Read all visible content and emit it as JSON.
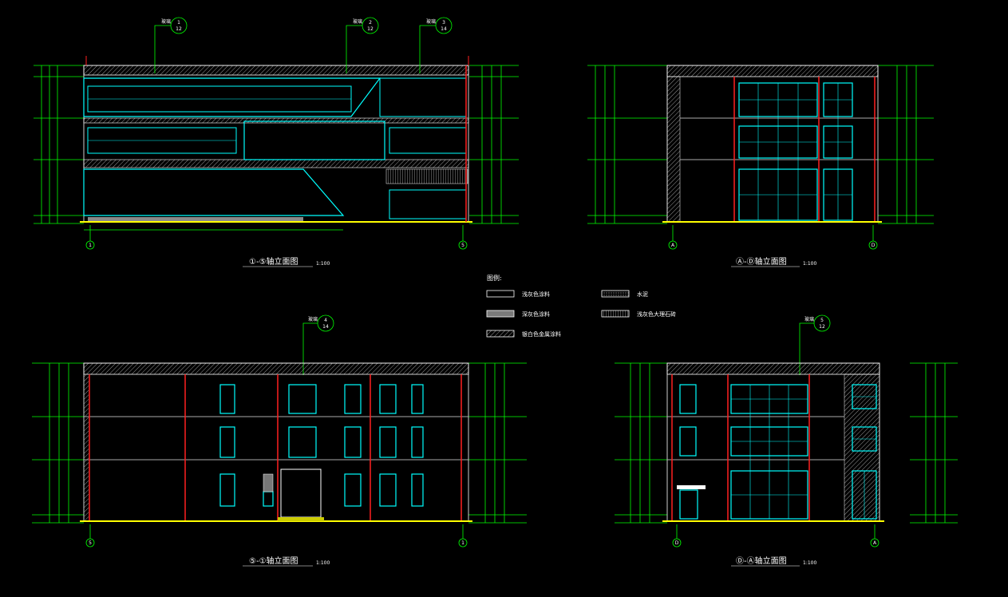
{
  "colors": {
    "background": "#000000",
    "dimension": "#00ff00",
    "glazing": "#00ffff",
    "column": "#ff2020",
    "outline": "#ffffff",
    "hatch": "#9a9a9a",
    "ground": "#ffff00"
  },
  "legend": {
    "title": "图例:",
    "items": [
      {
        "label": "浅灰色涂料"
      },
      {
        "label": "深灰色涂料"
      },
      {
        "label": "银白色金属涂料"
      },
      {
        "label": "水泥"
      },
      {
        "label": "浅灰色大理石砖"
      }
    ]
  },
  "elevations": [
    {
      "title": "①-⑤轴立面图",
      "scale": "1:100"
    },
    {
      "title": "Ⓐ-Ⓓ轴立面图",
      "scale": "1:100"
    },
    {
      "title": "⑤-①轴立面图",
      "scale": "1:100"
    },
    {
      "title": "Ⓓ-Ⓐ轴立面图",
      "scale": "1:100"
    }
  ],
  "axes": {
    "front": [
      "1",
      "5"
    ],
    "side": [
      "A",
      "D"
    ],
    "rear": [
      "5",
      "1"
    ],
    "side2": [
      "D",
      "A"
    ]
  },
  "callouts": {
    "front": [
      {
        "text": "玻璃",
        "num": "1",
        "sheet": "12"
      },
      {
        "text": "玻璃",
        "num": "2",
        "sheet": "12"
      },
      {
        "text": "玻璃",
        "num": "3",
        "sheet": "14"
      }
    ],
    "rear": {
      "text": "玻璃",
      "num": "4",
      "sheet": "14"
    },
    "side2": {
      "text": "玻璃",
      "num": "5",
      "sheet": "12"
    }
  }
}
